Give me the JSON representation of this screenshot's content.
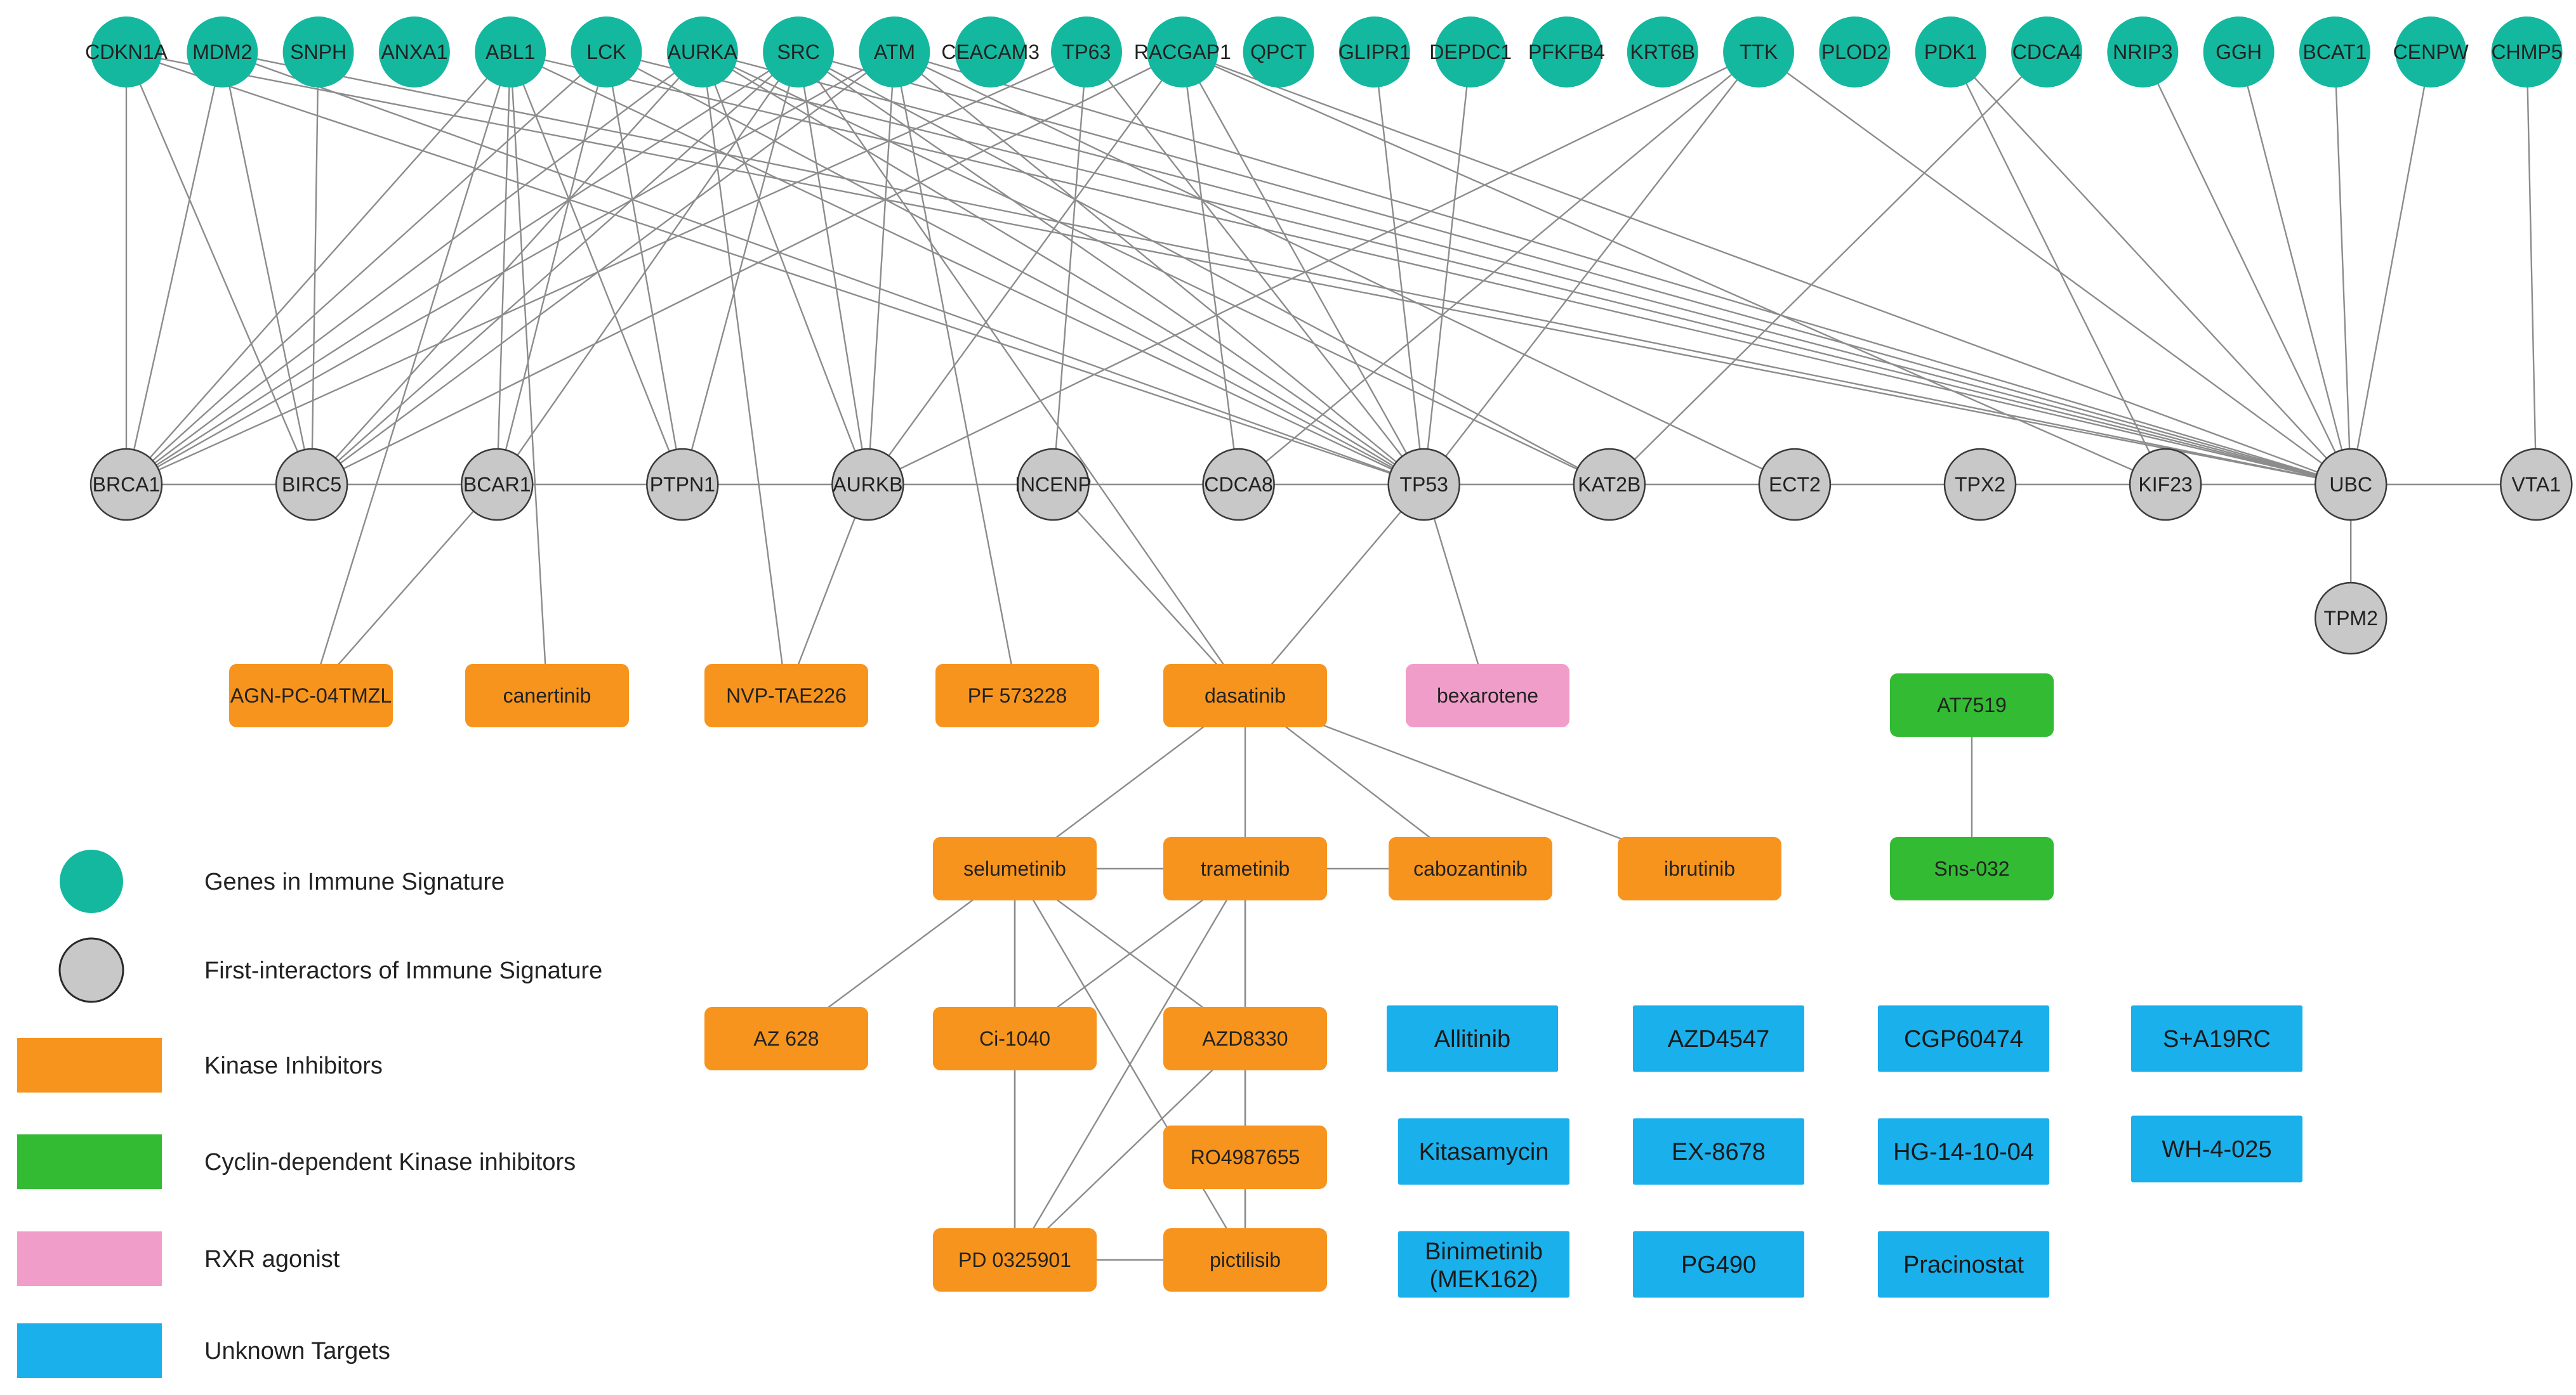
{
  "colors": {
    "gene": "#14b89e",
    "interactor": "#c8c8c8",
    "kinase": "#f7941d",
    "cdk": "#33bb33",
    "rxr": "#f09ec9",
    "unknown": "#1ab0ec",
    "edge": "#8c8c8c"
  },
  "genes": [
    "CDKN1A",
    "MDM2",
    "SNPH",
    "ANXA1",
    "ABL1",
    "LCK",
    "AURKA",
    "SRC",
    "ATM",
    "CEACAM3",
    "TP63",
    "RACGAP1",
    "QPCT",
    "GLIPR1",
    "DEPDC1",
    "PFKFB4",
    "KRT6B",
    "TTK",
    "PLOD2",
    "PDK1",
    "CDCA4",
    "NRIP3",
    "GGH",
    "BCAT1",
    "CENPW",
    "CHMP5"
  ],
  "interactors": [
    "BRCA1",
    "BIRC5",
    "BCAR1",
    "PTPN1",
    "AURKB",
    "INCENP",
    "CDCA8",
    "TP53",
    "KAT2B",
    "ECT2",
    "TPX2",
    "KIF23",
    "UBC",
    "VTA1",
    "TPM2"
  ],
  "drugs": [
    {
      "id": "agn",
      "label": "AGN-PC-04TMZL",
      "cat": "kinase"
    },
    {
      "id": "canertinib",
      "label": "canertinib",
      "cat": "kinase"
    },
    {
      "id": "nvp",
      "label": "NVP-TAE226",
      "cat": "kinase"
    },
    {
      "id": "pf",
      "label": "PF 573228",
      "cat": "kinase"
    },
    {
      "id": "dasatinib",
      "label": "dasatinib",
      "cat": "kinase"
    },
    {
      "id": "bexarotene",
      "label": "bexarotene",
      "cat": "rxr"
    },
    {
      "id": "at7519",
      "label": "AT7519",
      "cat": "cdk"
    },
    {
      "id": "selumetinib",
      "label": "selumetinib",
      "cat": "kinase"
    },
    {
      "id": "trametinib",
      "label": "trametinib",
      "cat": "kinase"
    },
    {
      "id": "cabozantinib",
      "label": "cabozantinib",
      "cat": "kinase"
    },
    {
      "id": "ibrutinib",
      "label": "ibrutinib",
      "cat": "kinase"
    },
    {
      "id": "sns032",
      "label": "Sns-032",
      "cat": "cdk"
    },
    {
      "id": "az628",
      "label": "AZ 628",
      "cat": "kinase"
    },
    {
      "id": "ci1040",
      "label": "Ci-1040",
      "cat": "kinase"
    },
    {
      "id": "azd8330",
      "label": "AZD8330",
      "cat": "kinase"
    },
    {
      "id": "ro",
      "label": "RO4987655",
      "cat": "kinase"
    },
    {
      "id": "pd",
      "label": "PD 0325901",
      "cat": "kinase"
    },
    {
      "id": "pictilisib",
      "label": "pictilisib",
      "cat": "kinase"
    },
    {
      "id": "allitinib",
      "label": "Allitinib",
      "cat": "unknown"
    },
    {
      "id": "azd4547",
      "label": "AZD4547",
      "cat": "unknown"
    },
    {
      "id": "cgp",
      "label": "CGP60474",
      "cat": "unknown"
    },
    {
      "id": "sa19rc",
      "label": "S+A19RC",
      "cat": "unknown"
    },
    {
      "id": "kitasamycin",
      "label": "Kitasamycin",
      "cat": "unknown"
    },
    {
      "id": "ex8678",
      "label": "EX-8678",
      "cat": "unknown"
    },
    {
      "id": "hg",
      "label": "HG-14-10-04",
      "cat": "unknown"
    },
    {
      "id": "wh",
      "label": "WH-4-025",
      "cat": "unknown"
    },
    {
      "id": "binimetinib",
      "label": "Binimetinib (MEK162)",
      "cat": "unknown"
    },
    {
      "id": "pg490",
      "label": "PG490",
      "cat": "unknown"
    },
    {
      "id": "pracinostat",
      "label": "Pracinostat",
      "cat": "unknown"
    }
  ],
  "edges": [
    [
      "CDKN1A",
      "BRCA1"
    ],
    [
      "CDKN1A",
      "BIRC5"
    ],
    [
      "CDKN1A",
      "TP53"
    ],
    [
      "CDKN1A",
      "UBC"
    ],
    [
      "MDM2",
      "BRCA1"
    ],
    [
      "MDM2",
      "BIRC5"
    ],
    [
      "MDM2",
      "TP53"
    ],
    [
      "MDM2",
      "UBC"
    ],
    [
      "SNPH",
      "BIRC5"
    ],
    [
      "ABL1",
      "BRCA1"
    ],
    [
      "ABL1",
      "BCAR1"
    ],
    [
      "ABL1",
      "PTPN1"
    ],
    [
      "ABL1",
      "TP53"
    ],
    [
      "ABL1",
      "UBC"
    ],
    [
      "ABL1",
      "agn"
    ],
    [
      "ABL1",
      "canertinib"
    ],
    [
      "LCK",
      "BRCA1"
    ],
    [
      "LCK",
      "BCAR1"
    ],
    [
      "LCK",
      "PTPN1"
    ],
    [
      "LCK",
      "TP53"
    ],
    [
      "LCK",
      "UBC"
    ],
    [
      "AURKA",
      "BRCA1"
    ],
    [
      "AURKA",
      "BIRC5"
    ],
    [
      "AURKA",
      "AURKB"
    ],
    [
      "AURKA",
      "TP53"
    ],
    [
      "AURKA",
      "KAT2B"
    ],
    [
      "AURKA",
      "UBC"
    ],
    [
      "AURKA",
      "nvp"
    ],
    [
      "SRC",
      "BRCA1"
    ],
    [
      "SRC",
      "BIRC5"
    ],
    [
      "SRC",
      "BCAR1"
    ],
    [
      "SRC",
      "PTPN1"
    ],
    [
      "SRC",
      "AURKB"
    ],
    [
      "SRC",
      "TP53"
    ],
    [
      "SRC",
      "KAT2B"
    ],
    [
      "SRC",
      "UBC"
    ],
    [
      "SRC",
      "dasatinib"
    ],
    [
      "ATM",
      "BRCA1"
    ],
    [
      "ATM",
      "BIRC5"
    ],
    [
      "ATM",
      "AURKB"
    ],
    [
      "ATM",
      "TP53"
    ],
    [
      "ATM",
      "ECT2"
    ],
    [
      "ATM",
      "UBC"
    ],
    [
      "ATM",
      "pf"
    ],
    [
      "TP63",
      "BRCA1"
    ],
    [
      "TP63",
      "INCENP"
    ],
    [
      "TP63",
      "TP53"
    ],
    [
      "RACGAP1",
      "BIRC5"
    ],
    [
      "RACGAP1",
      "AURKB"
    ],
    [
      "RACGAP1",
      "CDCA8"
    ],
    [
      "RACGAP1",
      "TP53"
    ],
    [
      "RACGAP1",
      "KIF23"
    ],
    [
      "RACGAP1",
      "UBC"
    ],
    [
      "GLIPR1",
      "TP53"
    ],
    [
      "DEPDC1",
      "TP53"
    ],
    [
      "TTK",
      "AURKB"
    ],
    [
      "TTK",
      "CDCA8"
    ],
    [
      "TTK",
      "TP53"
    ],
    [
      "TTK",
      "UBC"
    ],
    [
      "PDK1",
      "KIF23"
    ],
    [
      "PDK1",
      "UBC"
    ],
    [
      "CDCA4",
      "KAT2B"
    ],
    [
      "NRIP3",
      "UBC"
    ],
    [
      "GGH",
      "UBC"
    ],
    [
      "BCAT1",
      "UBC"
    ],
    [
      "CENPW",
      "UBC"
    ],
    [
      "CHMP5",
      "VTA1"
    ],
    [
      "BRCA1",
      "BIRC5"
    ],
    [
      "BIRC5",
      "BCAR1"
    ],
    [
      "BCAR1",
      "PTPN1"
    ],
    [
      "PTPN1",
      "AURKB"
    ],
    [
      "AURKB",
      "INCENP"
    ],
    [
      "INCENP",
      "CDCA8"
    ],
    [
      "CDCA8",
      "TP53"
    ],
    [
      "TP53",
      "KAT2B"
    ],
    [
      "KAT2B",
      "ECT2"
    ],
    [
      "ECT2",
      "TPX2"
    ],
    [
      "TPX2",
      "KIF23"
    ],
    [
      "KIF23",
      "UBC"
    ],
    [
      "UBC",
      "VTA1"
    ],
    [
      "UBC",
      "TPM2"
    ],
    [
      "BCAR1",
      "agn"
    ],
    [
      "AURKB",
      "nvp"
    ],
    [
      "INCENP",
      "dasatinib"
    ],
    [
      "TP53",
      "dasatinib"
    ],
    [
      "TP53",
      "bexarotene"
    ],
    [
      "dasatinib",
      "selumetinib"
    ],
    [
      "dasatinib",
      "trametinib"
    ],
    [
      "dasatinib",
      "cabozantinib"
    ],
    [
      "dasatinib",
      "ibrutinib"
    ],
    [
      "selumetinib",
      "trametinib"
    ],
    [
      "trametinib",
      "cabozantinib"
    ],
    [
      "at7519",
      "sns032"
    ],
    [
      "selumetinib",
      "az628"
    ],
    [
      "selumetinib",
      "ci1040"
    ],
    [
      "selumetinib",
      "azd8330"
    ],
    [
      "selumetinib",
      "pd"
    ],
    [
      "selumetinib",
      "pictilisib"
    ],
    [
      "trametinib",
      "ci1040"
    ],
    [
      "trametinib",
      "azd8330"
    ],
    [
      "trametinib",
      "pd"
    ],
    [
      "trametinib",
      "pictilisib"
    ],
    [
      "ci1040",
      "pd"
    ],
    [
      "azd8330",
      "ro"
    ],
    [
      "azd8330",
      "pd"
    ],
    [
      "ro",
      "pictilisib"
    ],
    [
      "pd",
      "pictilisib"
    ]
  ],
  "legend": [
    {
      "shape": "circle",
      "cat": "gene",
      "label": "Genes in Immune Signature"
    },
    {
      "shape": "circle",
      "cat": "interactor",
      "label": "First-interactors of Immune Signature"
    },
    {
      "shape": "rect",
      "cat": "kinase",
      "label": "Kinase Inhibitors"
    },
    {
      "shape": "rect",
      "cat": "cdk",
      "label": "Cyclin-dependent Kinase inhibitors"
    },
    {
      "shape": "rect",
      "cat": "rxr",
      "label": "RXR agonist"
    },
    {
      "shape": "rect",
      "cat": "unknown",
      "label": "Unknown Targets"
    }
  ]
}
